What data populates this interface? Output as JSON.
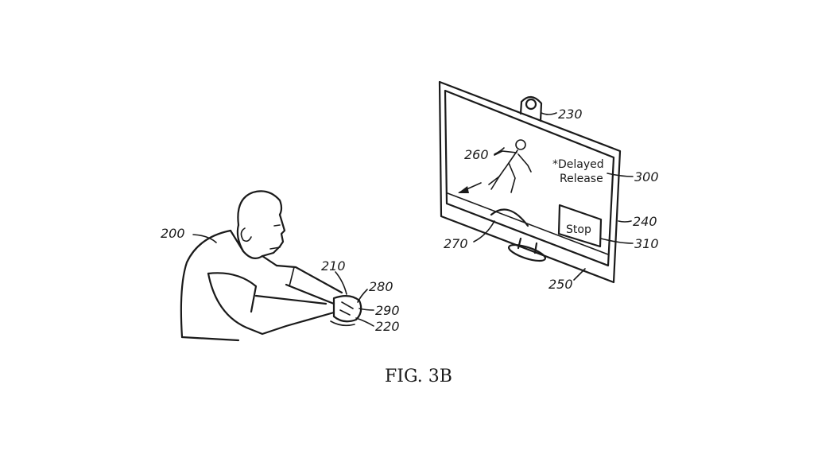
{
  "figure": {
    "caption": "FIG. 3B"
  },
  "screen": {
    "message_line1": "*Delayed",
    "message_line2": "Release",
    "stop_button_label": "Stop"
  },
  "reference_numerals": {
    "user": "200",
    "controller": "210",
    "controller_part": "220",
    "camera": "230",
    "display": "240",
    "display_bezel": "250",
    "character": "260",
    "target_zone": "270",
    "trigger_a": "280",
    "trigger_b": "290",
    "message": "300",
    "stop_button": "310"
  }
}
